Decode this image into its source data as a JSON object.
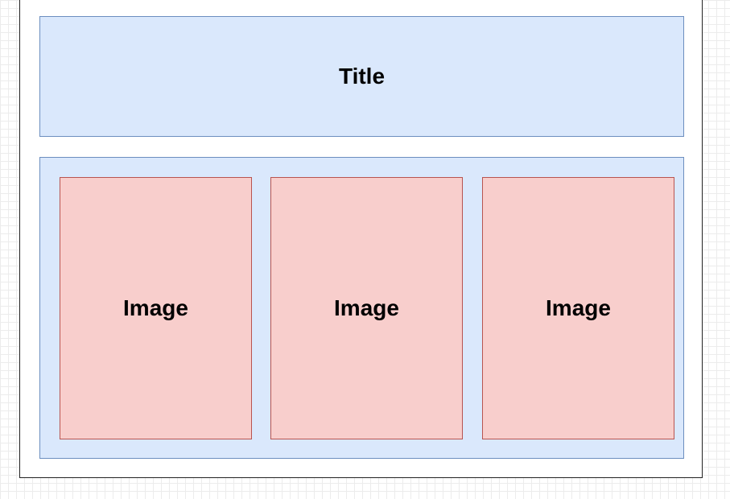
{
  "canvas": {
    "grid_color": "#ececec",
    "frame_border_color": "#222222"
  },
  "title_box": {
    "label": "Title",
    "fill": "#dae8fc",
    "stroke": "#6c8ebf"
  },
  "content_box": {
    "fill": "#dae8fc",
    "stroke": "#6c8ebf"
  },
  "image_boxes": [
    {
      "label": "Image",
      "fill": "#f8cecc",
      "stroke": "#b85450"
    },
    {
      "label": "Image",
      "fill": "#f8cecc",
      "stroke": "#b85450"
    },
    {
      "label": "Image",
      "fill": "#f8cecc",
      "stroke": "#b85450"
    }
  ]
}
